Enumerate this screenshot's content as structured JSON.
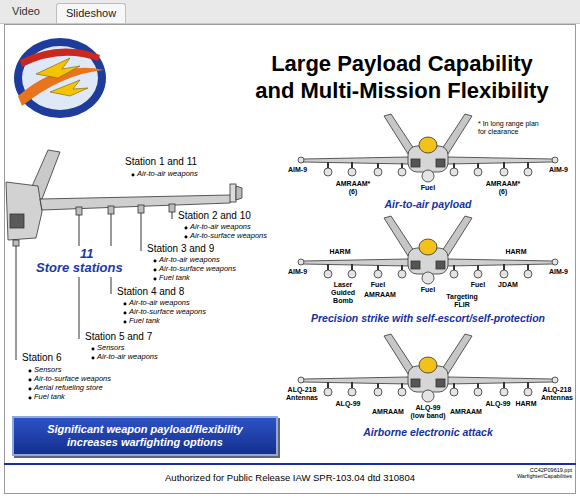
{
  "diagram": {
    "title": "Large Payload Capability and Multi-Mission Flexibility",
    "nodes": [
      {
        "text": [
          "Slideshow"
        ]
      },
      {
        "text": [
          "Significant weapon payload/flexibility increases warfighting options"
        ]
      }
    ],
    "labels": [
      "Video",
      "Station 1 and 11",
      "Air-to-air weapons",
      "Station 2 and 10",
      "Air-to-air weapons",
      "Air-to-surface weapons",
      "Station 3 and 9",
      "Air-to-air weapons",
      "Air-to-surface weapons",
      "Fuel tank",
      "11 Store stations",
      "Station 4 and 8",
      "Air-to-air weapons",
      "Air-to-surface weapons",
      "Fuel tank",
      "Station 5 and 7",
      "Sensors",
      "Air-to-air weapons",
      "Station 6",
      "Sensors",
      "Air-to-surface weapons",
      "Aerial refueling store",
      "Fuel tank",
      "* In long range plan for clearance",
      "AIM-9",
      "AMRAAM* (6)",
      "Fuel",
      "AMRAAM* (6)",
      "AIM-9",
      "Air-to-air payload",
      "AIM-9",
      "HARM",
      "Laser Guided Bomb",
      "Fuel",
      "AMRAAM",
      "Fuel",
      "Targeting FLIR",
      "Fuel",
      "JDAM",
      "HARM",
      "AIM-9",
      "Precision strike with self-escort/self-protection",
      "ALQ-218 Antennas",
      "ALQ-99",
      "AMRAAM",
      "ALQ-99 (low band)",
      "AMRAAM",
      "ALQ-99",
      "HARM",
      "ALQ-218 Antennas",
      "Airborne electronic attack",
      "Authorized for Public Release IAW SPR-103.04 dtd 310804",
      "CC42P09619.ppt Warfighter/Capabilities"
    ]
  }
}
